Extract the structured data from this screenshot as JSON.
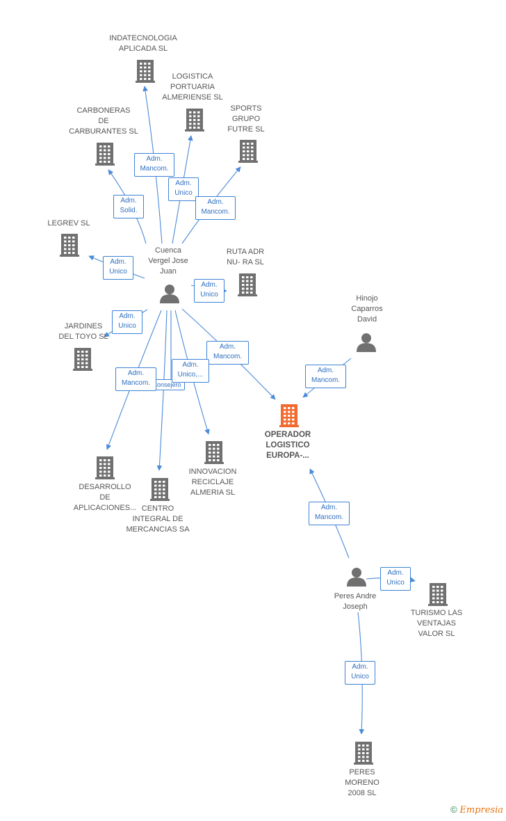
{
  "colors": {
    "edge": "#4a8ad8",
    "node": "#707070",
    "focus": "#f26a2e",
    "box_border": "#3b82d6",
    "box_text": "#2f6fc0"
  },
  "focus": {
    "name": "OPERADOR\nLOGISTICO\nEUROPA-..."
  },
  "persons": {
    "cuenca": "Cuenca\nVergel Jose\nJuan",
    "hinojo": "Hinojo\nCaparros\nDavid",
    "peres": "Peres Andre\nJoseph"
  },
  "companies": {
    "indatecnologia": "INDATECNOLOGIA\nAPLICADA SL",
    "logistica": "LOGISTICA\nPORTUARIA\nALMERIENSE SL",
    "carboneras": "CARBONERAS\nDE\nCARBURANTES SL",
    "sports": "SPORTS\nGRUPO\nFUTRE SL",
    "legrev": "LEGREV  SL",
    "ruta": "RUTA ADR\nNU- RA  SL",
    "jardines": "JARDINES\nDEL TOYO SL",
    "desarrollo": "DESARROLLO\nDE\nAPLICACIONES...",
    "centro": "CENTRO\nINTEGRAL DE\nMERCANCIAS SA",
    "innovacion": "INNOVACION\nRECICLAJE\nALMERIA  SL",
    "turismo": "TURISMO LAS\nVENTAJAS\nVALOR SL",
    "peres_moreno": "PERES\nMORENO\n2008 SL"
  },
  "relations": {
    "r_indatec": "Adm.\nMancom.",
    "r_carboneras": "Adm.\nSolid.",
    "r_logistica": "Adm.\nUnico",
    "r_sports": "Adm.\nMancom.",
    "r_legrev": "Adm.\nUnico",
    "r_ruta": "Adm.\nUnico",
    "r_jardines": "Adm.\nUnico",
    "r_focus_cuenca": "Adm.\nMancom.",
    "r_innovacion": "Adm.\nUnico,...",
    "r_consejero": "Consejero",
    "r_desarrollo": "Adm.\nMancom.",
    "r_hinojo": "Adm.\nMancom.",
    "r_peres_focus": "Adm.\nMancom.",
    "r_turismo": "Adm.\nUnico",
    "r_peres_moreno": "Adm.\nUnico"
  },
  "credit": {
    "copyright": "©",
    "brand": "Empresia"
  }
}
